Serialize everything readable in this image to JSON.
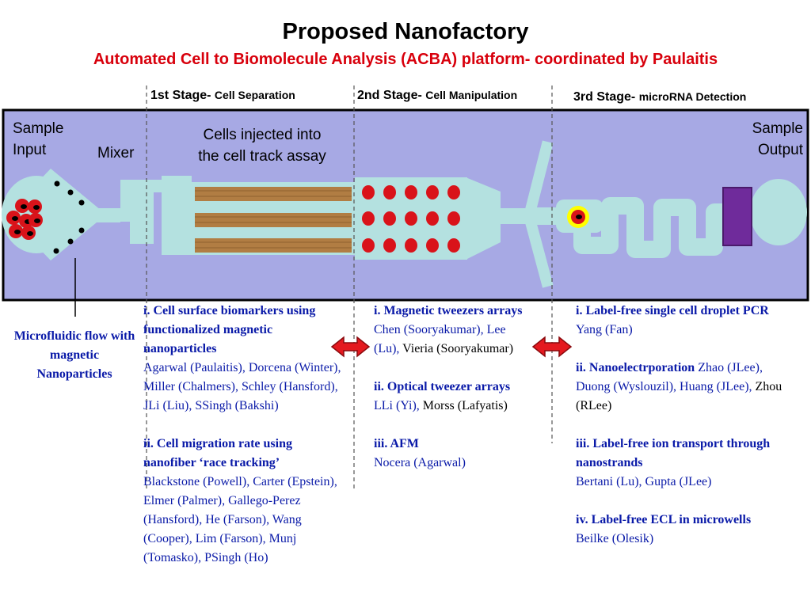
{
  "header": {
    "title": "Proposed Nanofactory",
    "subtitle": "Automated Cell to Biomolecule Analysis (ACBA) platform- coordinated by Paulaitis"
  },
  "stages": [
    {
      "name": "1st Stage-",
      "desc": "Cell Separation"
    },
    {
      "name": "2nd Stage-",
      "desc": "Cell Manipulation"
    },
    {
      "name": "3rd Stage-",
      "desc": "microRNA Detection"
    }
  ],
  "diagram": {
    "sample_input": [
      "Sample",
      "Input"
    ],
    "mixer": "Mixer",
    "cells_injected": [
      "Cells injected into",
      "the cell track assay"
    ],
    "sample_output": [
      "Sample",
      "Output"
    ],
    "microfluidic_note": "Microfluidic flow with magnetic Nanoparticles"
  },
  "colors": {
    "chip_background": "#a7a9e4",
    "channel": "#b4e1e0",
    "cell_red": "#d9131a",
    "title_red": "#d8000c",
    "text_blue": "#0a1aa8",
    "detector_purple": "#6f2b9b"
  },
  "columns": [
    {
      "items": [
        {
          "title": "i. Cell surface biomarkers using functionalized magnetic nanoparticles",
          "names": "Agarwal (Paulaitis), Dorcena (Winter), Miller (Chalmers), Schley (Hansford), JLi (Liu), SSingh (Bakshi)",
          "extra": ""
        },
        {
          "title": "ii. Cell migration rate using nanofiber ‘race tracking’",
          "names": "Blackstone (Powell), Carter (Epstein), Elmer (Palmer), Gallego-Perez (Hansford), He (Farson), Wang (Cooper), Lim (Farson), Munj (Tomasko), PSingh (Ho)",
          "extra": ""
        }
      ]
    },
    {
      "items": [
        {
          "title": "i. Magnetic tweezers arrays",
          "names": "Chen (Sooryakumar), Lee (Lu),",
          "extra": "Vieria (Sooryakumar)"
        },
        {
          "title": "ii. Optical tweezer arrays",
          "names": "LLi (Yi),",
          "extra": "Morss (Lafyatis)"
        },
        {
          "title": "iii. AFM",
          "names": "Nocera (Agarwal)",
          "extra": ""
        }
      ]
    },
    {
      "items": [
        {
          "title": "i. Label-free single cell droplet PCR",
          "names": "Yang (Fan)",
          "extra": ""
        },
        {
          "title": "ii. Nanoelectrporation",
          "names": "Zhao (JLee), Duong (Wyslouzil), Huang (JLee),",
          "extra": "Zhou (RLee)"
        },
        {
          "title": "iii. Label-free ion transport through nanostrands",
          "names": "Bertani (Lu), Gupta (JLee)",
          "extra": ""
        },
        {
          "title": "iv. Label-free ECL in microwells",
          "names": "Beilke (Olesik)",
          "extra": ""
        }
      ]
    }
  ]
}
